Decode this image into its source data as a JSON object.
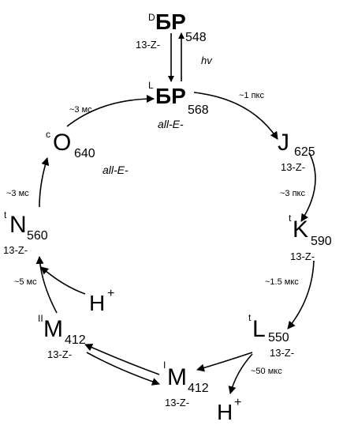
{
  "states": {
    "dbr": {
      "prefix": "D",
      "name": "БР",
      "wavelength": "548",
      "isomer": "13-Z-"
    },
    "lbr": {
      "prefix": "L",
      "name": "БР",
      "wavelength": "568",
      "isomer": "all-E-"
    },
    "j": {
      "name": "J",
      "wavelength": "625",
      "isomer": "13-Z-"
    },
    "k": {
      "prefix": "t",
      "name": "K",
      "wavelength": "590",
      "isomer": "13-Z-"
    },
    "l": {
      "prefix": "t",
      "name": "L",
      "wavelength": "550",
      "isomer": "13-Z-"
    },
    "m1": {
      "prefix": "I",
      "name": "M",
      "wavelength": "412",
      "isomer": "13-Z-"
    },
    "m2": {
      "prefix": "II",
      "name": "M",
      "wavelength": "412",
      "isomer": "13-Z-"
    },
    "n": {
      "prefix": "t",
      "name": "N",
      "wavelength": "560",
      "isomer": "13-Z-"
    },
    "o": {
      "prefix": "c",
      "name": "O",
      "wavelength": "640",
      "isomer": "all-E-"
    }
  },
  "protons": {
    "release": {
      "symbol": "H",
      "charge": "+"
    },
    "uptake": {
      "symbol": "H",
      "charge": "+"
    }
  },
  "transitions": {
    "light": "hv",
    "br_to_j": "~1 пкс",
    "j_to_k": "~3 пкс",
    "k_to_l": "~1.5 мкс",
    "l_to_m": "~50 мкс",
    "m_to_n": "~5 мс",
    "n_to_o": "~3 мс",
    "o_to_br": "~3 мс"
  }
}
